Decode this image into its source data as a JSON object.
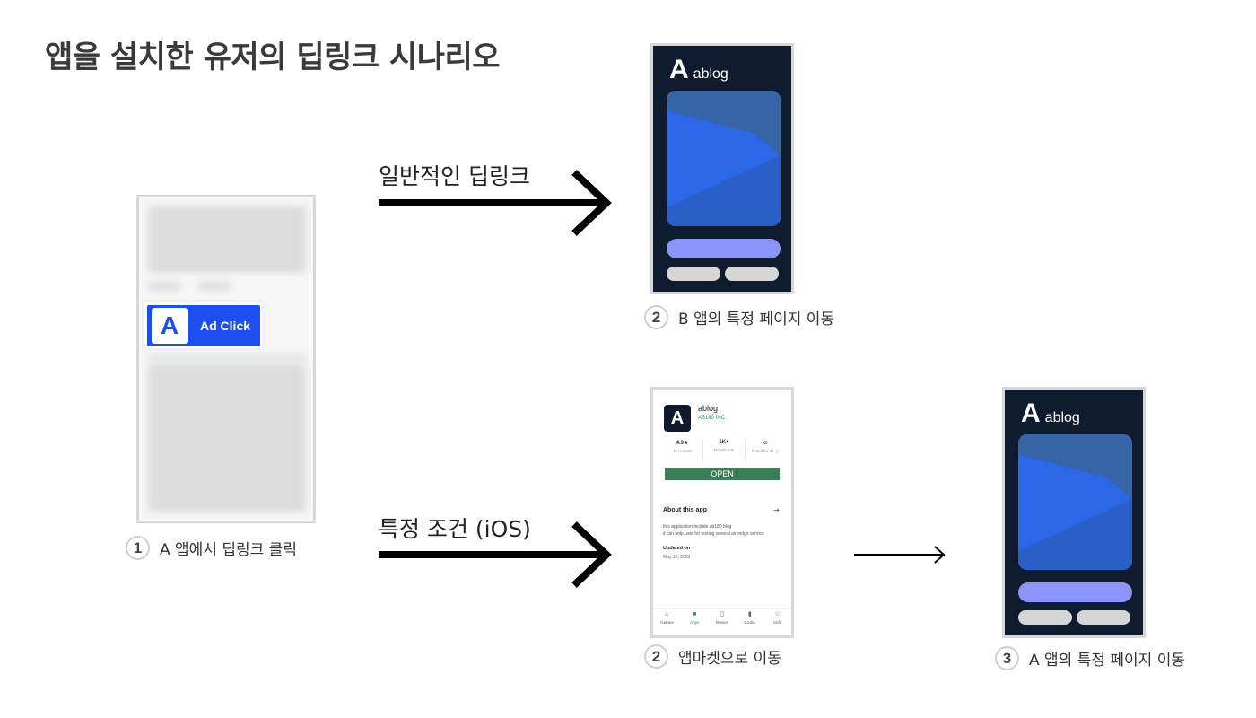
{
  "title": "앱을 설치한 유저의 딥링크 시나리오",
  "ad": {
    "logo": "A",
    "label": "Ad Click"
  },
  "brand": {
    "mark": "A",
    "name": "ablog"
  },
  "arrows": {
    "general": "일반적인 딥링크",
    "special": "특정 조건 (iOS)"
  },
  "captions": {
    "step1": {
      "num": "1",
      "text": "A 앱에서 딥링크 클릭"
    },
    "step2a": {
      "num": "2",
      "text": "B 앱의 특정 페이지 이동"
    },
    "step2b": {
      "num": "2",
      "text": "앱마켓으로 이동"
    },
    "step3": {
      "num": "3",
      "text": "A 앱의 특정 페이지 이동"
    }
  },
  "market": {
    "icon": "A",
    "app_name": "ablog",
    "developer": "AB180 INC.",
    "stats": [
      {
        "value": "4.9★",
        "label": "12 reviews"
      },
      {
        "value": "1K+",
        "label": "Downloads"
      },
      {
        "value": "⊙",
        "label": "Rated for 3+ ⓘ"
      }
    ],
    "open_label": "OPEN",
    "about_title": "About this app",
    "about_arrow": "→",
    "desc_line1": "this application include ab180 blog",
    "desc_line2": "it can help user for testing several airbridge service",
    "updated_label": "Updated on",
    "updated_date": "May 16, 2023",
    "nav": [
      {
        "icon": "⌂",
        "label": "Games"
      },
      {
        "icon": "■",
        "label": "Apps"
      },
      {
        "icon": "▯",
        "label": "Movies"
      },
      {
        "icon": "▮",
        "label": "Books"
      },
      {
        "icon": "☆",
        "label": "Kids"
      }
    ]
  },
  "colors": {
    "ad_blue": "#1d4ef0",
    "dark_bg": "#0f1b2e",
    "hero_blue": "#2a64e0",
    "cta_purple": "#8c95fa",
    "market_green": "#3a7f58"
  }
}
